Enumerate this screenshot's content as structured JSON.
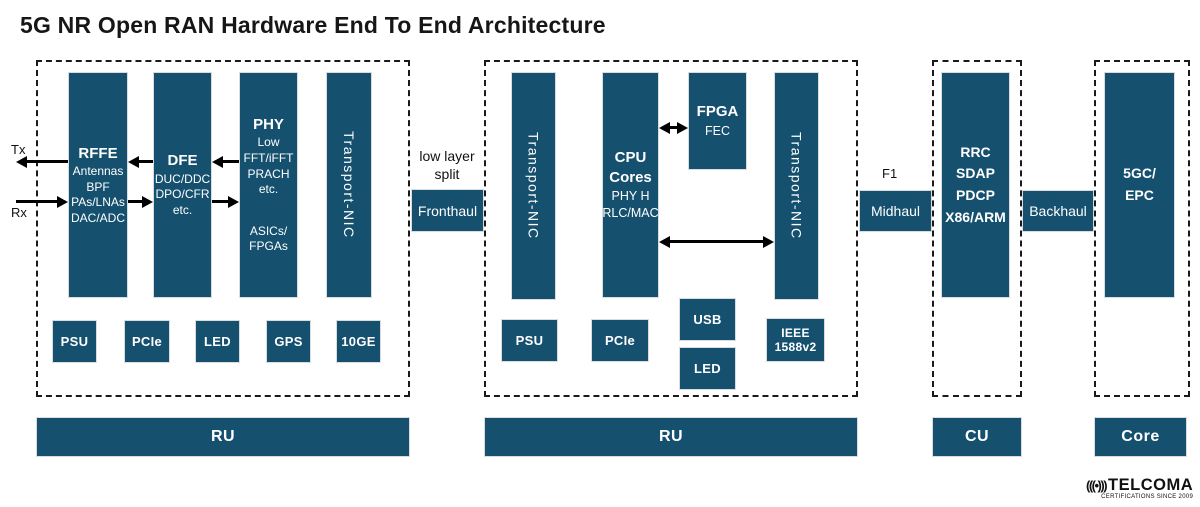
{
  "title": "5G NR Open RAN Hardware End To End Architecture",
  "colors": {
    "block": "#15506f",
    "block_text": "#ffffff",
    "line": "#000000",
    "dash_border": "#1a1a1a"
  },
  "edge_labels": {
    "tx": "Tx",
    "rx": "Rx"
  },
  "links": {
    "low_layer_split_line1": "low layer",
    "low_layer_split_line2": "split",
    "fronthaul": "Fronthaul",
    "f1": "F1",
    "midhaul": "Midhaul",
    "backhaul": "Backhaul"
  },
  "ru1": {
    "rffe": {
      "title": "RFFE",
      "line1": "Antennas",
      "line2": "BPF",
      "line3": "PAs/LNAs",
      "line4": "DAC/ADC"
    },
    "dfe": {
      "title": "DFE",
      "line1": "DUC/DDC",
      "line2": "DPO/CFR",
      "line3": "etc."
    },
    "phy": {
      "title": "PHY",
      "line1": "Low",
      "line2": "FFT/iFFT",
      "line3": "PRACH",
      "line4": "etc.",
      "line5": "ASICs/",
      "line6": "FPGAs"
    },
    "nic": "Transport-NIC",
    "psu": "PSU",
    "pcie": "PCIe",
    "led": "LED",
    "gps": "GPS",
    "tenge": "10GE",
    "label": "RU"
  },
  "ru2": {
    "nic_left": "Transport-NIC",
    "cpu": {
      "title1": "CPU",
      "title2": "Cores",
      "line1": "PHY H",
      "line2": "RLC/MAC"
    },
    "fpga": {
      "title": "FPGA",
      "sub": "FEC"
    },
    "nic_right": "Transport-NIC",
    "psu": "PSU",
    "pcie": "PCIe",
    "usb": "USB",
    "led": "LED",
    "ieee_line1": "IEEE",
    "ieee_line2": "1588v2",
    "label": "RU"
  },
  "cu": {
    "line1": "RRC",
    "line2": "SDAP",
    "line3": "PDCP",
    "line4": "X86/ARM",
    "label": "CU"
  },
  "core": {
    "line1": "5GC/",
    "line2": "EPC",
    "label": "Core"
  },
  "logo": {
    "icon": "(((•)))",
    "name": "TELCOMA",
    "tagline": "CERTIFICATIONS SINCE 2009"
  }
}
